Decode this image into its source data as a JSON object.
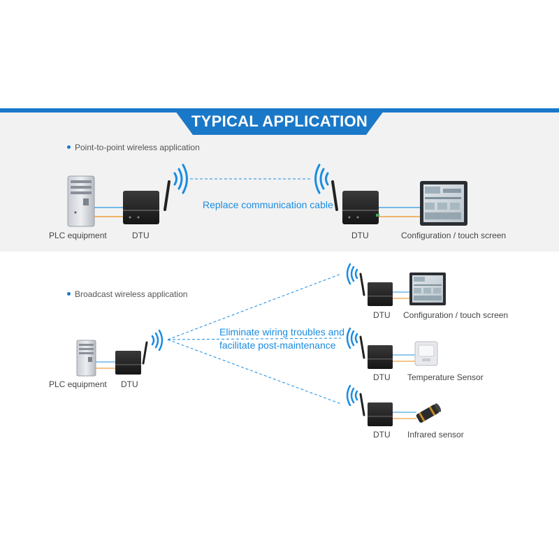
{
  "header": {
    "title": "TYPICAL APPLICATION"
  },
  "point_to_point": {
    "bullet": "Point-to-point wireless application",
    "plc_label": "PLC equipment",
    "dtu_left_label": "DTU",
    "dtu_right_label": "DTU",
    "caption": "Replace communication cable",
    "screen_label": "Configuration / touch screen"
  },
  "broadcast": {
    "bullet": "Broadcast wireless application",
    "plc_label": "PLC equipment",
    "dtu_label": "DTU",
    "caption_line1": "Eliminate wiring troubles and",
    "caption_line2": "facilitate post-maintenance",
    "targets": [
      {
        "dtu_label": "DTU",
        "device_label": "Configuration / touch screen"
      },
      {
        "dtu_label": "DTU",
        "device_label": "Temperature Sensor"
      },
      {
        "dtu_label": "DTU",
        "device_label": "Infrared sensor"
      }
    ]
  },
  "colors": {
    "accent": "#1a78c8",
    "link_blue": "#1a8ce0",
    "cable_orange": "#f0a040",
    "cable_blue": "#4aa8e8"
  }
}
